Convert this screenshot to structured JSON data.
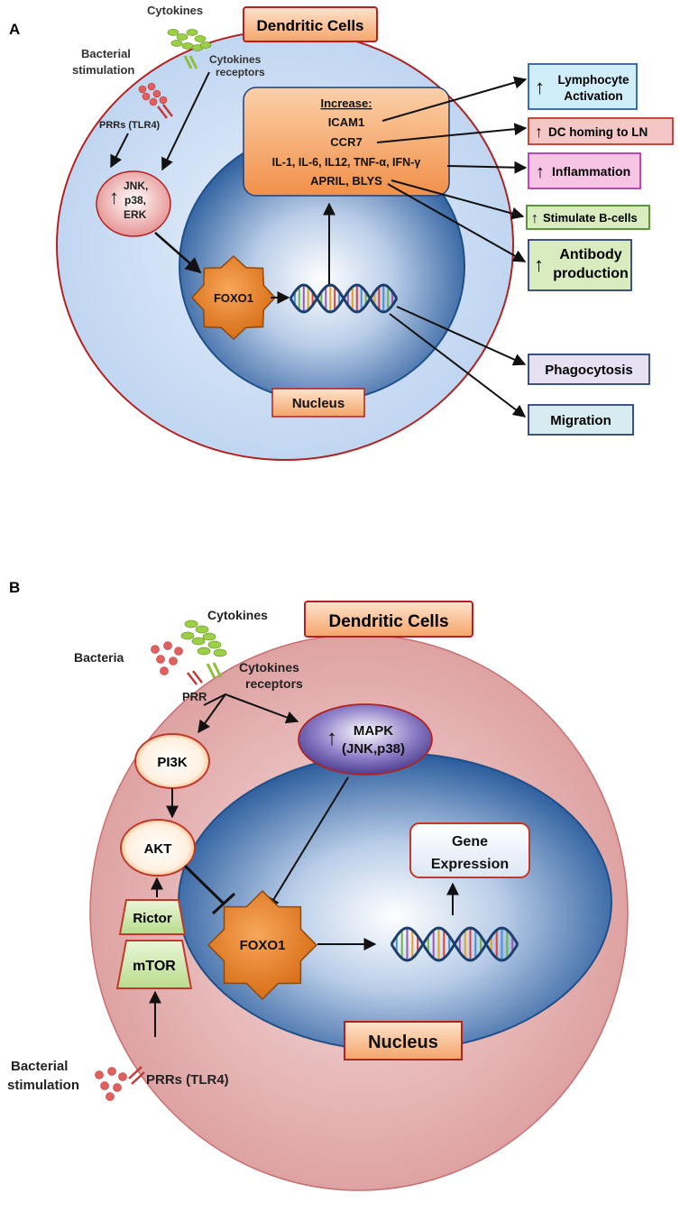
{
  "panel_a": {
    "label": "A",
    "title": "Dendritic Cells",
    "cytokines": "Cytokines",
    "cytokines_receptors": [
      "Cytokines",
      "receptors"
    ],
    "bacterial_stimulation": [
      "Bacterial",
      "stimulation"
    ],
    "prrs": "PRRs (TLR4)",
    "mapk": [
      "JNK,",
      "p38,",
      "ERK"
    ],
    "foxo1": "FOXO1",
    "nucleus": "Nucleus",
    "increase_title": "Increase:",
    "increase_items": [
      "ICAM1",
      "CCR7",
      "IL-1, IL-6, IL12, TNF-α, IFN-γ",
      "APRIL, BLYS"
    ],
    "up_arrow": "↑",
    "outcomes": {
      "lymphocyte": [
        "Lymphocyte",
        "Activation"
      ],
      "dc_homing": "DC homing to LN",
      "inflammation": "Inflammation",
      "stimulate_b": "Stimulate B-cells",
      "antibody": [
        "Antibody",
        "production"
      ],
      "phagocytosis": "Phagocytosis",
      "migration": "Migration"
    },
    "colors": {
      "cytoplasm": "#d6e4f7",
      "membrane": "#b22222",
      "nucleus": "#2c5f9e",
      "orange": "#f2a063",
      "foxo": "#e67e22"
    }
  },
  "panel_b": {
    "label": "B",
    "title": "Dendritic Cells",
    "cytokines": "Cytokines",
    "bacteria": "Bacteria",
    "cytokines_receptors": [
      "Cytokines",
      "receptors"
    ],
    "prr": "PRR",
    "mapk": [
      "MAPK",
      "(JNK,p38)"
    ],
    "pi3k": "PI3K",
    "akt": "AKT",
    "rictor": "Rictor",
    "mtor": "mTOR",
    "foxo1": "FOXO1",
    "gene_expression": [
      "Gene",
      "Expression"
    ],
    "nucleus": "Nucleus",
    "bacterial_stimulation": [
      "Bacterial",
      "stimulation"
    ],
    "prrs": "PRRs (TLR4)",
    "up_arrow": "↑",
    "colors": {
      "cytoplasm": "#e8b4b4",
      "nucleus": "#2c5f9e",
      "mapk": "#6a5aa8",
      "trap": "#c8e6a0"
    }
  }
}
